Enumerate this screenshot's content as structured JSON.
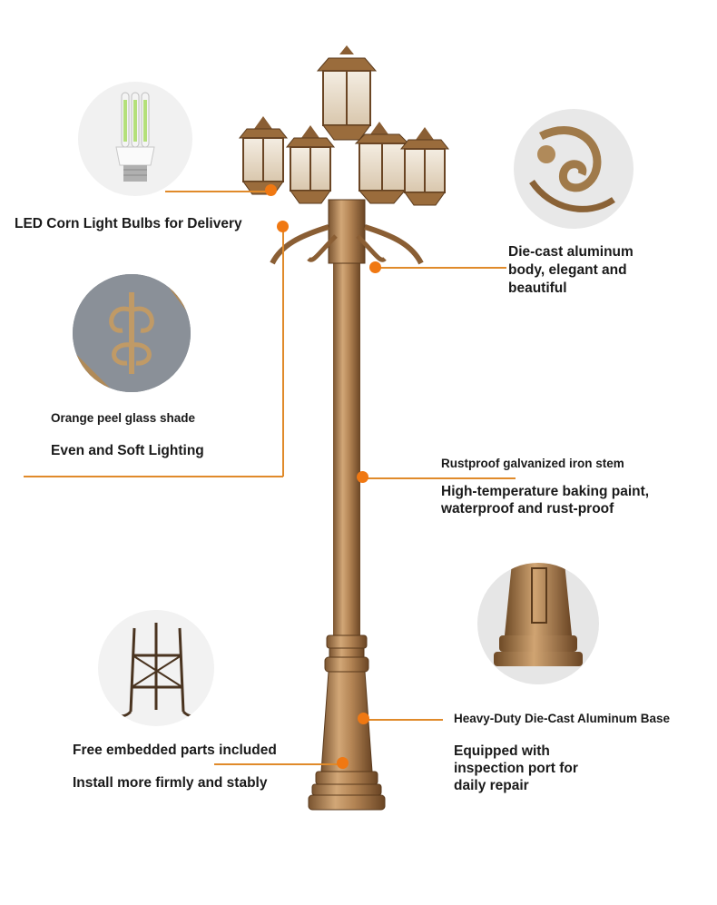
{
  "callouts": {
    "bulbs": {
      "title": "LED Corn Light Bulbs for Delivery"
    },
    "body": {
      "lines": [
        "Die-cast aluminum",
        "body, elegant and",
        "beautiful"
      ]
    },
    "shade": {
      "title": "Orange peel glass shade",
      "subtitle": "Even and Soft Lighting"
    },
    "stem": {
      "title": "Rustproof galvanized iron stem",
      "lines": [
        "High-temperature baking paint,",
        "waterproof and rust-proof"
      ]
    },
    "embedded": {
      "title": "Free embedded parts included",
      "subtitle": "Install more firmly and stably"
    },
    "base": {
      "title": "Heavy-Duty Die-Cast Aluminum Base",
      "lines": [
        "Equipped with",
        "inspection port for",
        "daily repair"
      ]
    }
  },
  "colors": {
    "accent": "#f07812",
    "line": "#e08a2a",
    "bronze": "#b8895a",
    "bronze_dark": "#6e4a26"
  },
  "icons": [
    "led-corn-bulb-icon",
    "scroll-detail-icon",
    "glass-shade-detail-icon",
    "embedded-frame-icon",
    "base-detail-icon"
  ]
}
